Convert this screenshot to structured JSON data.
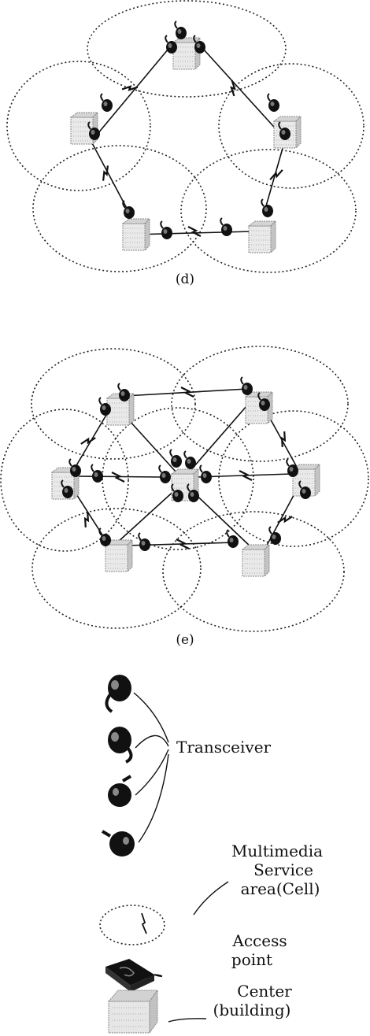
{
  "figures": [
    {
      "caption": "(d)"
    },
    {
      "caption": "(e)"
    }
  ],
  "legend": {
    "transceiver": "Transceiver",
    "cell": [
      "Multimedia",
      "Service",
      "area(Cell)"
    ],
    "access_point": [
      "Access",
      "point"
    ],
    "center": [
      "Center",
      "(building)"
    ]
  },
  "colors": {
    "ink": "#111111",
    "cell_dots": "#222222",
    "building": "#cfcfcf"
  },
  "icons": [
    "transceiver-icon",
    "cell-icon",
    "access-point-icon",
    "building-icon",
    "wireless-link-icon"
  ]
}
